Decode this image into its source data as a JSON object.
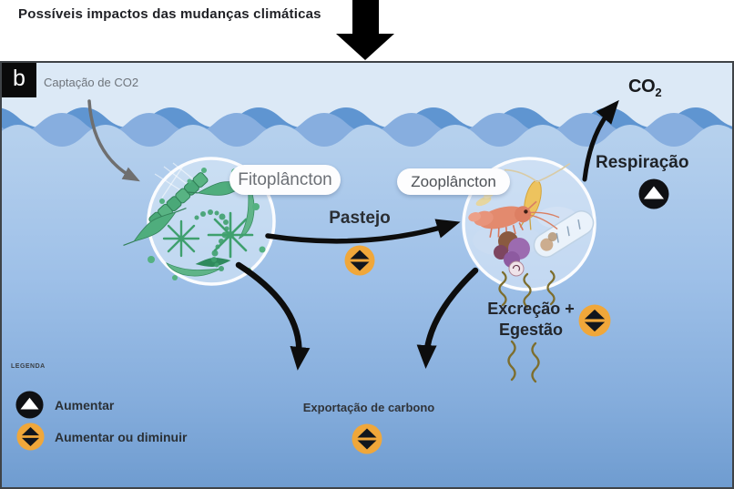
{
  "header": {
    "title": "Possíveis impactos das mudanças climáticas"
  },
  "panel": {
    "tag": "b",
    "labels": {
      "co2_uptake": "Captação de CO2",
      "phytoplankton": "Fitoplâncton",
      "zooplankton": "Zooplâncton",
      "grazing": "Pastejo",
      "respiration": "Respiração",
      "co2_base": "CO",
      "co2_subscript": "2",
      "excretion_line1": "Excreção +",
      "excretion_line2": "Egestão",
      "carbon_export": "Exportação de carbono"
    },
    "legend": {
      "title": "LEGENDA",
      "items": [
        {
          "icon": "increase-badge",
          "label": "Aumentar"
        },
        {
          "icon": "increase-or-decrease-badge",
          "label": "Aumentar ou diminuir"
        }
      ]
    },
    "colors": {
      "badge_orange": "#F0A73A",
      "badge_black": "#0F1013",
      "sky": "#DCE9F6",
      "wave_dark": "#5F95D1",
      "wave_mid": "#87AEDF",
      "water_top": "#B5D0ED",
      "water_bottom": "#6F9CD0",
      "plankton_green": "#4AA878",
      "squiggle_olive": "#7D6E2E"
    }
  }
}
